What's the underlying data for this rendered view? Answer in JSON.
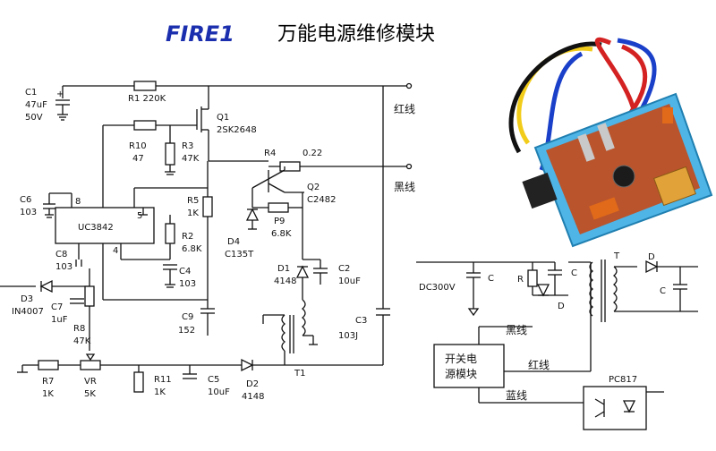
{
  "header": {
    "brand": "FIRE1",
    "title": "万能电源维修模块"
  },
  "components": {
    "C1": [
      "C1",
      "47uF",
      "50V"
    ],
    "R1": [
      "R1 220K"
    ],
    "Q1": [
      "Q1",
      "2SK2648"
    ],
    "R10": [
      "R10",
      "47"
    ],
    "R3": [
      "R3",
      "47K"
    ],
    "R4": [
      "R4",
      "0.22"
    ],
    "C6": [
      "C6",
      "103"
    ],
    "UC": [
      "UC3842"
    ],
    "R5": [
      "R5",
      "1K"
    ],
    "R2": [
      "R2",
      "6.8K"
    ],
    "C4": [
      "C4",
      "103"
    ],
    "C8": [
      "C8",
      "103"
    ],
    "Q2": [
      "Q2",
      "C2482"
    ],
    "D4": [
      "D4",
      "C135T"
    ],
    "P9": [
      "P9",
      "6.8K"
    ],
    "D1": [
      "D1",
      "4148"
    ],
    "C2": [
      "C2",
      "10uF"
    ],
    "D3": [
      "D3",
      "IN4007"
    ],
    "C7": [
      "C7",
      "1uF"
    ],
    "R8": [
      "R8",
      "47K"
    ],
    "C9": [
      "C9",
      "152"
    ],
    "C3": [
      "C3",
      "103J"
    ],
    "R7": [
      "R7",
      "1K"
    ],
    "VR": [
      "VR",
      "5K"
    ],
    "R11": [
      "R11",
      "1K"
    ],
    "C5": [
      "C5",
      "10uF"
    ],
    "D2": [
      "D2",
      "4148"
    ],
    "T1": [
      "T1"
    ]
  },
  "pins": {
    "p8": "8",
    "p5": "5",
    "p4": "4"
  },
  "wires": {
    "red": "红线",
    "black": "黑线",
    "blue": "蓝线"
  },
  "right_diagram": {
    "dc": "DC300V",
    "C_left": "C",
    "R": "R",
    "C_mid": "C",
    "D_mid": "D",
    "T": "T",
    "D_out": "D",
    "C_out": "C",
    "black": "黑线",
    "module_line1": "开关电",
    "module_line2": "源模块",
    "red": "红线",
    "blue": "蓝线",
    "pc": "PC817"
  },
  "colors": {
    "title": "#1b2fae",
    "pcb": "#4fb4e6",
    "wire_red": "#d42222",
    "wire_yellow": "#f2cc1a",
    "wire_blue": "#1a3fc9",
    "wire_black": "#111111"
  }
}
